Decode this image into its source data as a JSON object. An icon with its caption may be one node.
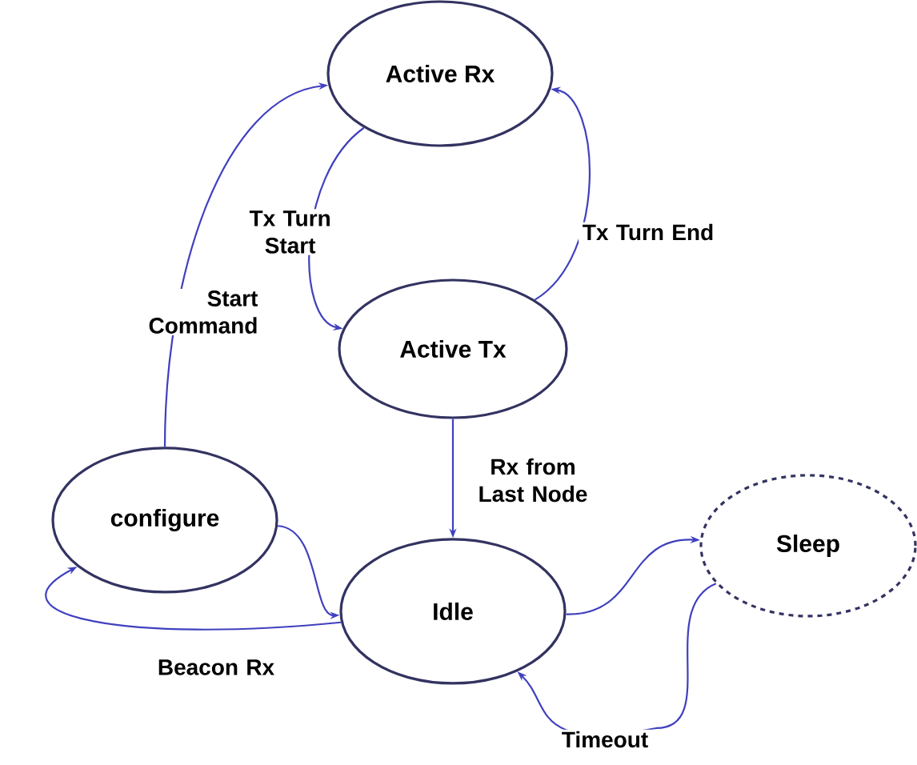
{
  "diagram": {
    "nodes": [
      {
        "text": [
          "Active Rx"
        ]
      },
      {
        "text": [
          "Active Tx"
        ]
      },
      {
        "text": [
          "configure"
        ]
      },
      {
        "text": [
          "Idle"
        ]
      },
      {
        "text": [
          "Sleep"
        ]
      }
    ],
    "edges": [
      {
        "from": 2,
        "to": 0,
        "arrow": "to",
        "label": "Start Command"
      },
      {
        "from": 0,
        "to": 1,
        "arrow": "to",
        "label": "Tx Turn Start"
      },
      {
        "from": 1,
        "to": 0,
        "arrow": "to",
        "label": "Tx Turn End"
      },
      {
        "from": 1,
        "to": 3,
        "arrow": "to",
        "label": "Rx from Last Node"
      },
      {
        "from": 2,
        "to": 3,
        "arrow": "to"
      },
      {
        "from": 3,
        "to": 2,
        "arrow": "to",
        "label": "Beacon Rx"
      },
      {
        "from": 3,
        "to": 4,
        "arrow": "to"
      },
      {
        "from": 4,
        "to": 3,
        "arrow": "to",
        "label": "Timeout"
      }
    ]
  }
}
